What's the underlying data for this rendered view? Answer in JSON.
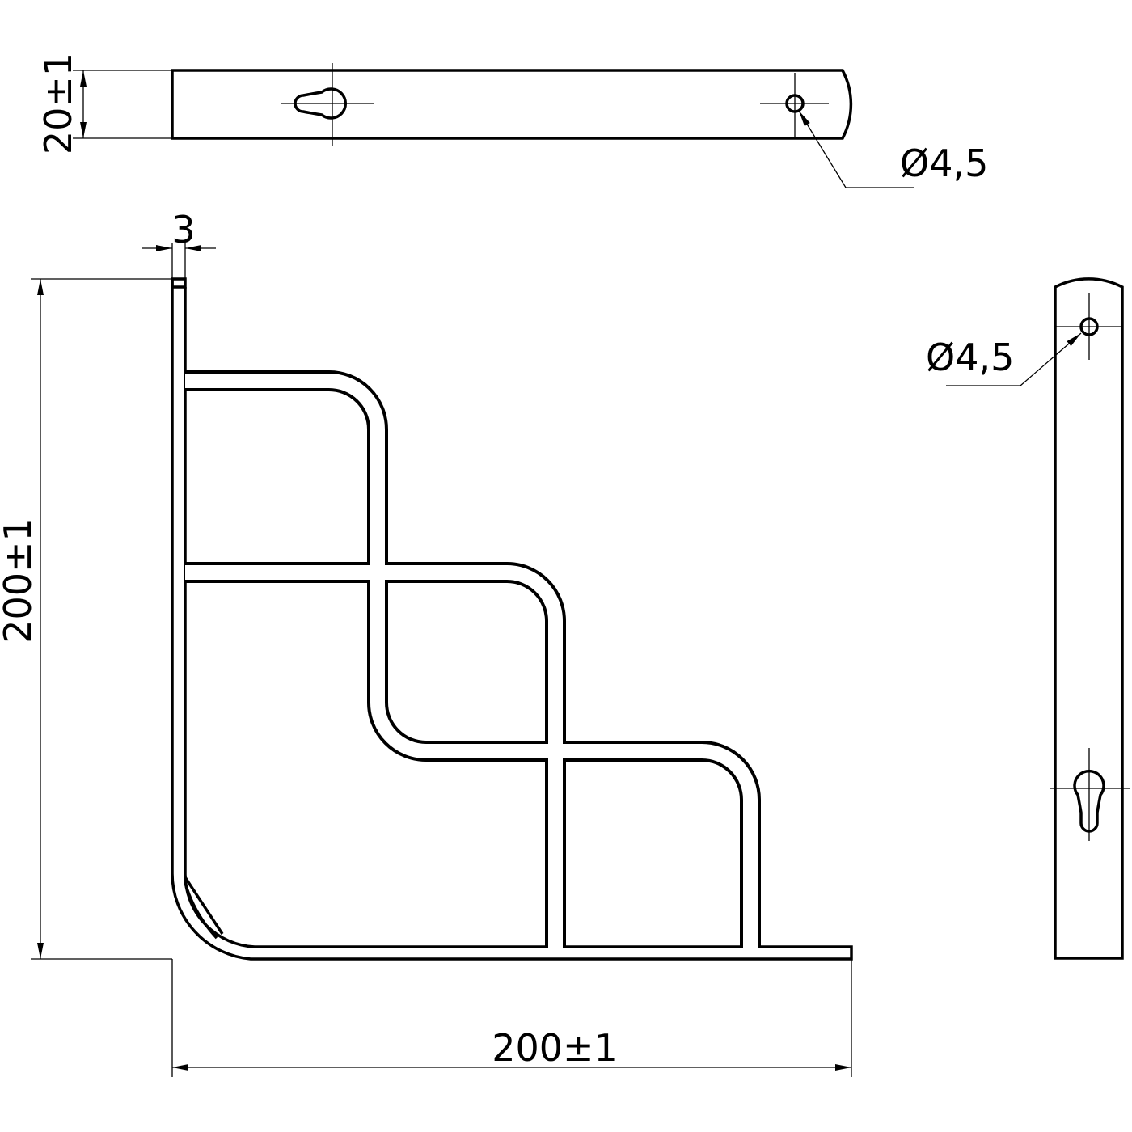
{
  "dimensions": {
    "top_width": "20±1",
    "hole_top": "Ø4,5",
    "hole_side": "Ø4,5",
    "thickness": "3",
    "height": "200±1",
    "length": "200±1"
  },
  "colors": {
    "line": "#000000",
    "background": "#ffffff"
  }
}
